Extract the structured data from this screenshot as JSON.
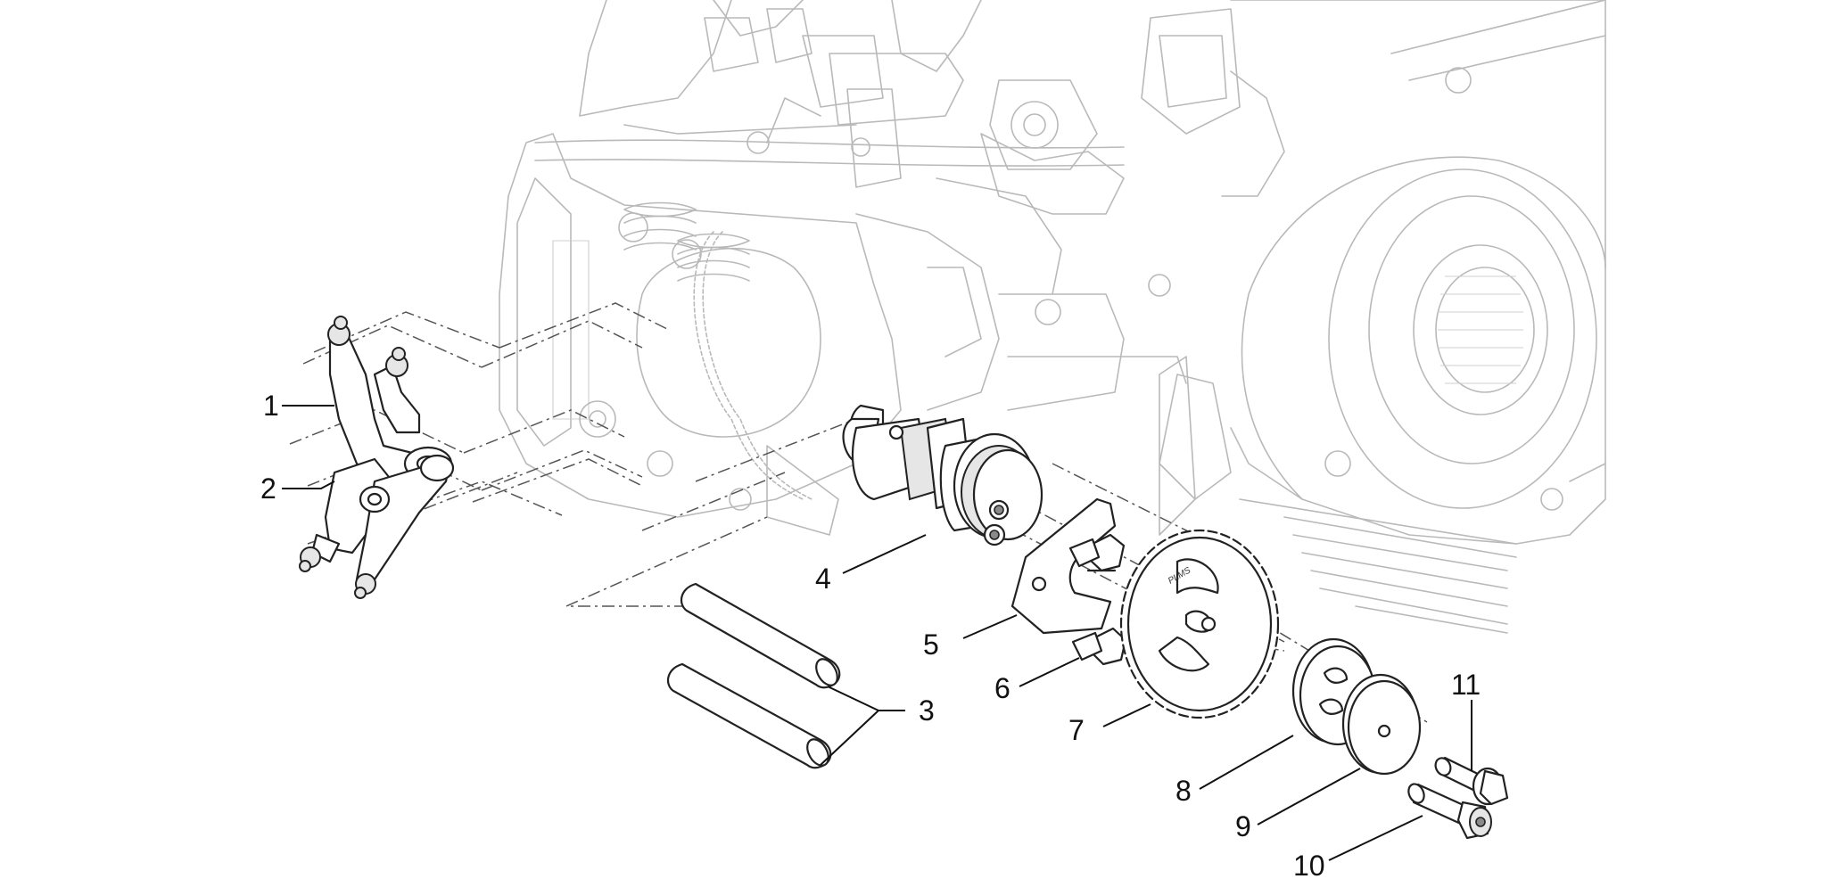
{
  "callouts": [
    {
      "id": "1",
      "label": "1"
    },
    {
      "id": "2",
      "label": "2"
    },
    {
      "id": "3",
      "label": "3"
    },
    {
      "id": "4",
      "label": "4"
    },
    {
      "id": "5",
      "label": "5"
    },
    {
      "id": "6",
      "label": "6"
    },
    {
      "id": "7",
      "label": "7"
    },
    {
      "id": "8",
      "label": "8"
    },
    {
      "id": "9",
      "label": "9"
    },
    {
      "id": "10",
      "label": "10"
    },
    {
      "id": "11",
      "label": "11"
    }
  ],
  "sprocket_stamp": "PLMS",
  "colors": {
    "line": "#222222",
    "ghost": "#b9b9b9",
    "background": "#ffffff"
  }
}
